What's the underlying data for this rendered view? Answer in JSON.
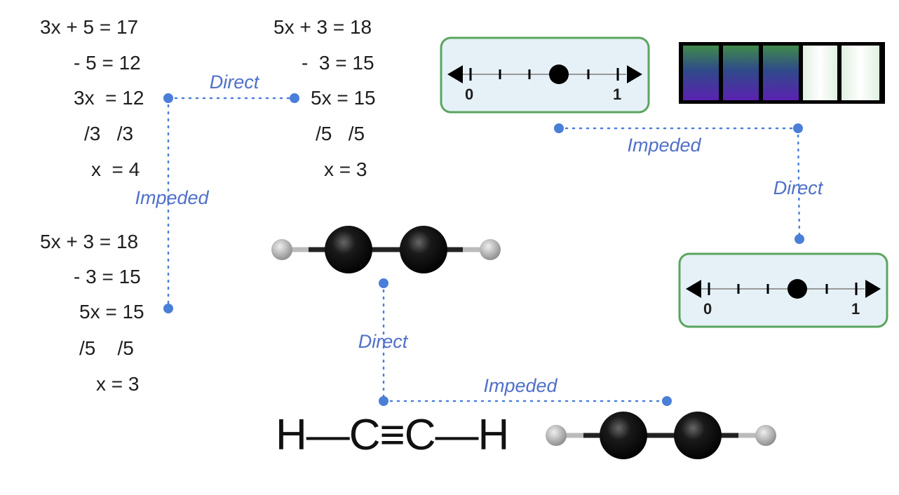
{
  "equations": {
    "top_left": [
      "3x + 5 = 17",
      "- 5 = 12",
      "3x  = 12",
      "/3   /3",
      "x  = 4"
    ],
    "top_middle": [
      "5x + 3 = 18",
      "-  3 = 15",
      "5x = 15",
      "/5   /5",
      "x = 3"
    ],
    "bottom_left": [
      "5x + 3 = 18",
      "- 3 = 15",
      "5x = 15",
      "/5    /5",
      "x = 3"
    ]
  },
  "connections": {
    "eq_direct": "Direct",
    "eq_impeded": "Impeded",
    "numline_impeded": "Impeded",
    "numline_direct": "Direct",
    "molecule_direct": "Direct",
    "molecule_impeded": "Impeded"
  },
  "number_line": {
    "start_label": "0",
    "end_label": "1",
    "point_value": 0.6
  },
  "spectrum": {
    "filled_segments": 3,
    "total_segments": 5
  },
  "structural_formula": "H—C≡C—H",
  "colors": {
    "connector": "#4a7fd8",
    "label": "#4f70c8",
    "box_border": "#5aa55f",
    "box_fill": "#e6f1f7"
  }
}
